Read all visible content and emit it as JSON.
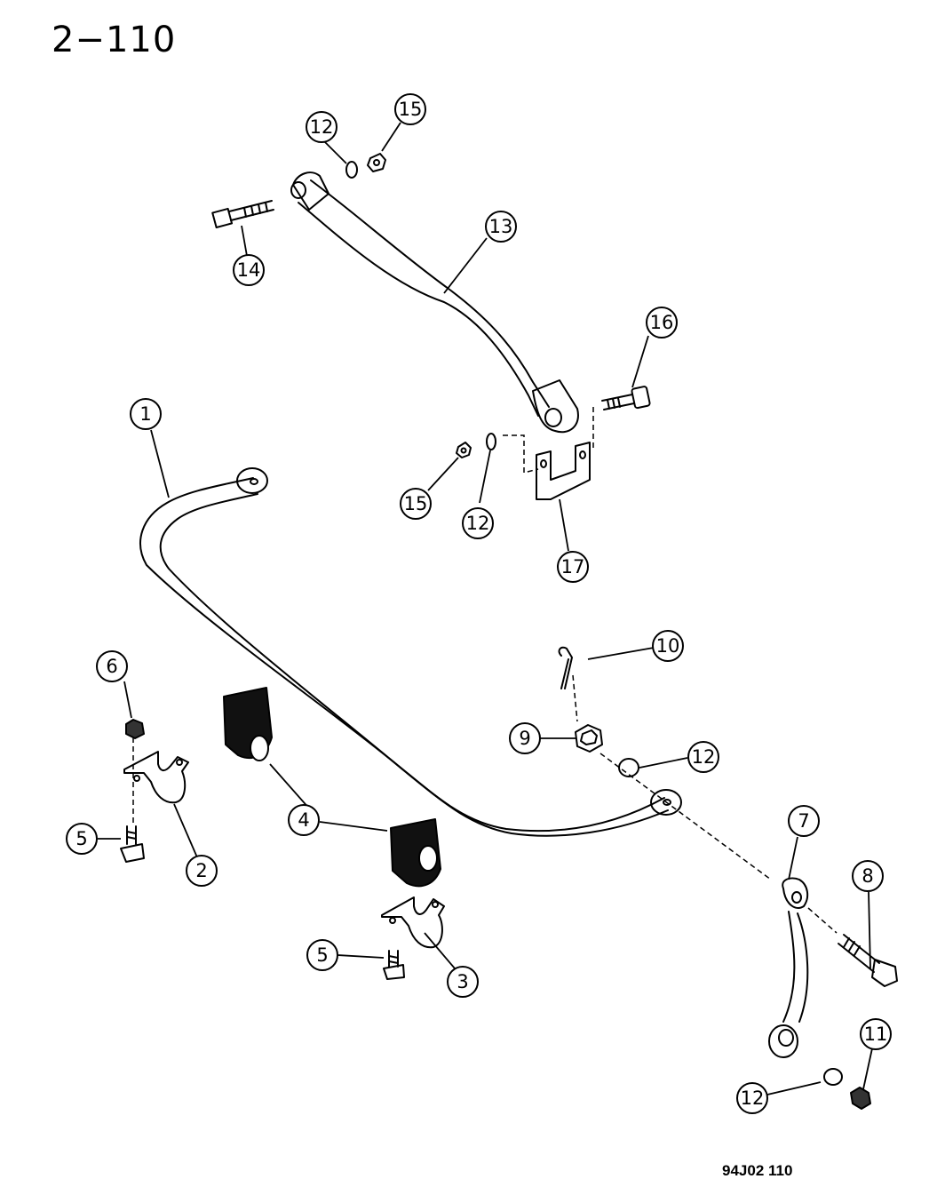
{
  "page_number": "2−110",
  "figure_code": "94J02  110",
  "callouts": [
    {
      "id": "c1",
      "label": "1"
    },
    {
      "id": "c2",
      "label": "2"
    },
    {
      "id": "c3",
      "label": "3"
    },
    {
      "id": "c4",
      "label": "4"
    },
    {
      "id": "c5a",
      "label": "5"
    },
    {
      "id": "c5b",
      "label": "5"
    },
    {
      "id": "c6",
      "label": "6"
    },
    {
      "id": "c7",
      "label": "7"
    },
    {
      "id": "c8",
      "label": "8"
    },
    {
      "id": "c9",
      "label": "9"
    },
    {
      "id": "c10",
      "label": "10"
    },
    {
      "id": "c11",
      "label": "11"
    },
    {
      "id": "c12a",
      "label": "12"
    },
    {
      "id": "c12b",
      "label": "12"
    },
    {
      "id": "c12c",
      "label": "12"
    },
    {
      "id": "c12d",
      "label": "12"
    },
    {
      "id": "c13",
      "label": "13"
    },
    {
      "id": "c14",
      "label": "14"
    },
    {
      "id": "c15a",
      "label": "15"
    },
    {
      "id": "c15b",
      "label": "15"
    },
    {
      "id": "c16",
      "label": "16"
    },
    {
      "id": "c17",
      "label": "17"
    }
  ]
}
